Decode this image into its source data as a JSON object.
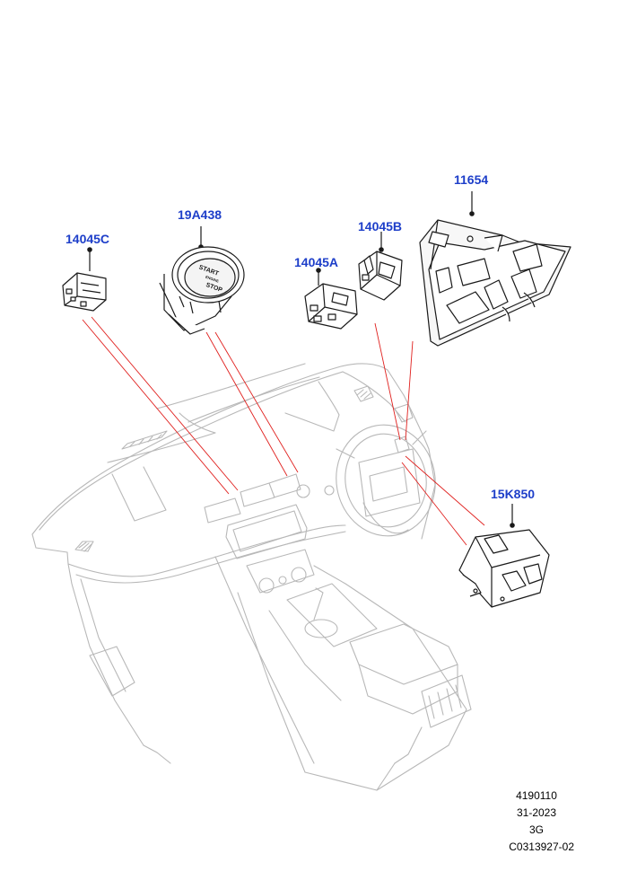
{
  "parts": [
    {
      "id": "p1",
      "label": "14045C"
    },
    {
      "id": "p2",
      "label": "19A438"
    },
    {
      "id": "p3",
      "label": "14045A"
    },
    {
      "id": "p4",
      "label": "14045B"
    },
    {
      "id": "p5",
      "label": "11654"
    },
    {
      "id": "p6",
      "label": "15K850"
    }
  ],
  "start_button_text": {
    "line1": "START",
    "line2": "ENGINE",
    "line3": "STOP"
  },
  "footer": {
    "line1": "4190110",
    "line2": "31-2023",
    "line3": "3G",
    "line4": "C0313927-02"
  },
  "colors": {
    "label": "#1d3ec9",
    "leader": "#e0201e",
    "outline": "#1a1a1a",
    "interior": "#b8b8b8"
  }
}
